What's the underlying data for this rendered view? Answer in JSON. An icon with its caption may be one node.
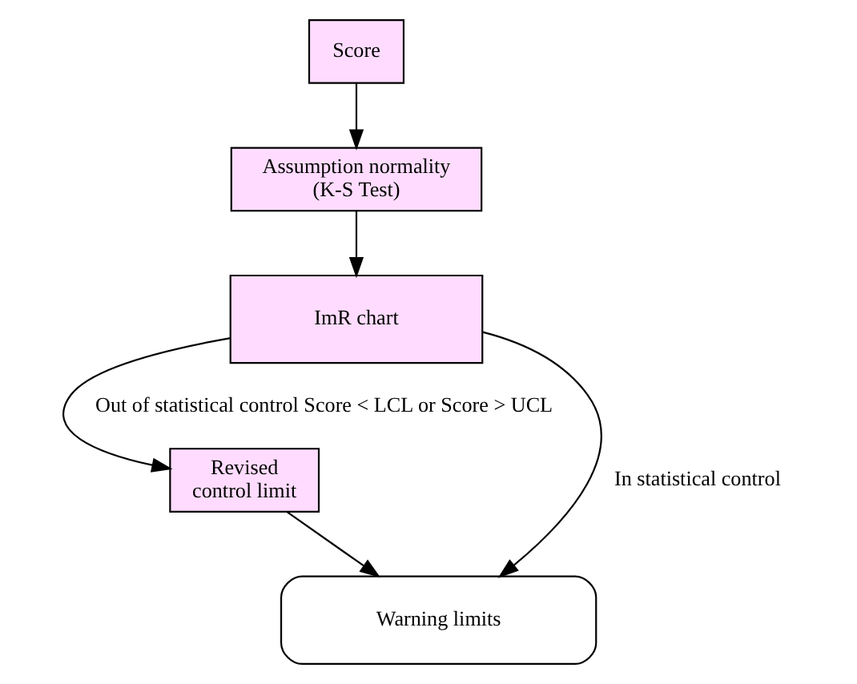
{
  "diagram": {
    "nodes": [
      {
        "text": [
          "Score"
        ]
      },
      {
        "text": [
          "Assumption normality (K-S Test)"
        ]
      },
      {
        "text": [
          "ImR chart"
        ]
      },
      {
        "text": [
          "Revised control limit"
        ]
      },
      {
        "text": [
          "Warning limits"
        ]
      }
    ],
    "edges": [
      {
        "from": 0,
        "to": 1,
        "arrow": "to"
      },
      {
        "from": 1,
        "to": 2,
        "arrow": "to"
      },
      {
        "from": 2,
        "to": 3,
        "arrow": "to",
        "label": "Out of statistical control Score < LCL or Score > UCL"
      },
      {
        "from": 2,
        "to": 4,
        "arrow": "to",
        "label": "In statistical control"
      },
      {
        "from": 3,
        "to": 4,
        "arrow": "to"
      }
    ]
  }
}
